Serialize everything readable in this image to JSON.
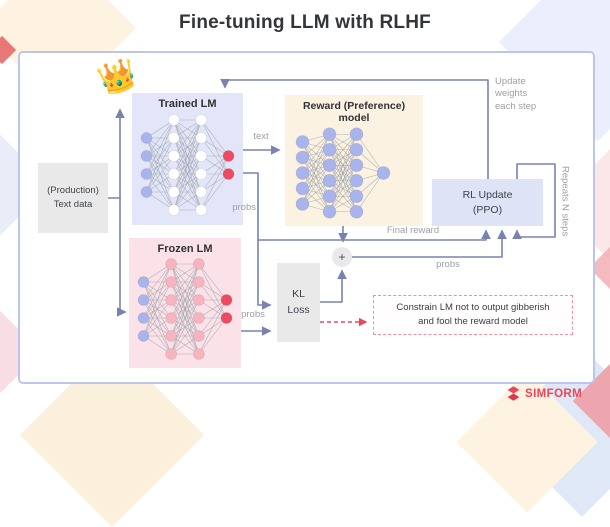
{
  "title": "Fine-tuning LLM with RLHF",
  "brand": {
    "logo_text": "SIMFORM",
    "logo_icon": "simform-s-mark",
    "color": "#ee4456"
  },
  "diagram": {
    "nodes": {
      "production_text": {
        "label": "(Production)\nText data"
      },
      "trained_lm": {
        "label": "Trained LM",
        "crown": "👑"
      },
      "frozen_lm": {
        "label": "Frozen LM"
      },
      "reward_model": {
        "label": "Reward (Preference)\nmodel"
      },
      "kl_loss": {
        "label": "KL\nLoss"
      },
      "sum_node": {
        "label": "+"
      },
      "rl_update": {
        "label": "RL Update\n(PPO)"
      }
    },
    "edge_labels": {
      "text_to_reward": "text",
      "trained_probs": "probs",
      "frozen_probs": "probs",
      "final_reward": "Final reward",
      "probs_to_rl": "probs",
      "update_weights": "Update\nweights\neach step",
      "repeats": "Repeats N steps"
    },
    "annotation": "Constrain LM not to output gibberish\nand fool the reward model",
    "networks": {
      "trained_lm": {
        "r": 5.5,
        "gap": 18,
        "edge_color": "#9aa0a7",
        "layers": [
          {
            "count": 4,
            "color": "#a9b3ec"
          },
          {
            "count": 6,
            "color": "#ffffff"
          },
          {
            "count": 6,
            "color": "#ffffff"
          },
          {
            "count": 2,
            "color": "#ee4b62"
          }
        ]
      },
      "frozen_lm": {
        "r": 5.5,
        "gap": 18,
        "edge_color": "#9aa0a7",
        "layers": [
          {
            "count": 4,
            "color": "#a9b3ec"
          },
          {
            "count": 6,
            "color": "#f6b3c0"
          },
          {
            "count": 6,
            "color": "#f6b3c0"
          },
          {
            "count": 2,
            "color": "#ee4b62"
          }
        ]
      },
      "reward_model": {
        "r": 6.5,
        "gap": 15.5,
        "edge_color": "#9aa0a7",
        "layers": [
          {
            "count": 5,
            "color": "#a9b3ec"
          },
          {
            "count": 6,
            "color": "#a9b3ec"
          },
          {
            "count": 6,
            "color": "#a9b3ec"
          },
          {
            "count": 1,
            "color": "#a9b3ec"
          }
        ]
      }
    },
    "colors": {
      "connector": "#7a82b0",
      "alert_red": "#e9485c",
      "trained_bg": "#e2e6f8",
      "frozen_bg": "#fbe1e8",
      "reward_bg": "#fcf2e1",
      "rl_bg": "#dee3f5",
      "gray_box_bg": "#e9e9ea",
      "panel_border": "#bdc5ec"
    }
  }
}
